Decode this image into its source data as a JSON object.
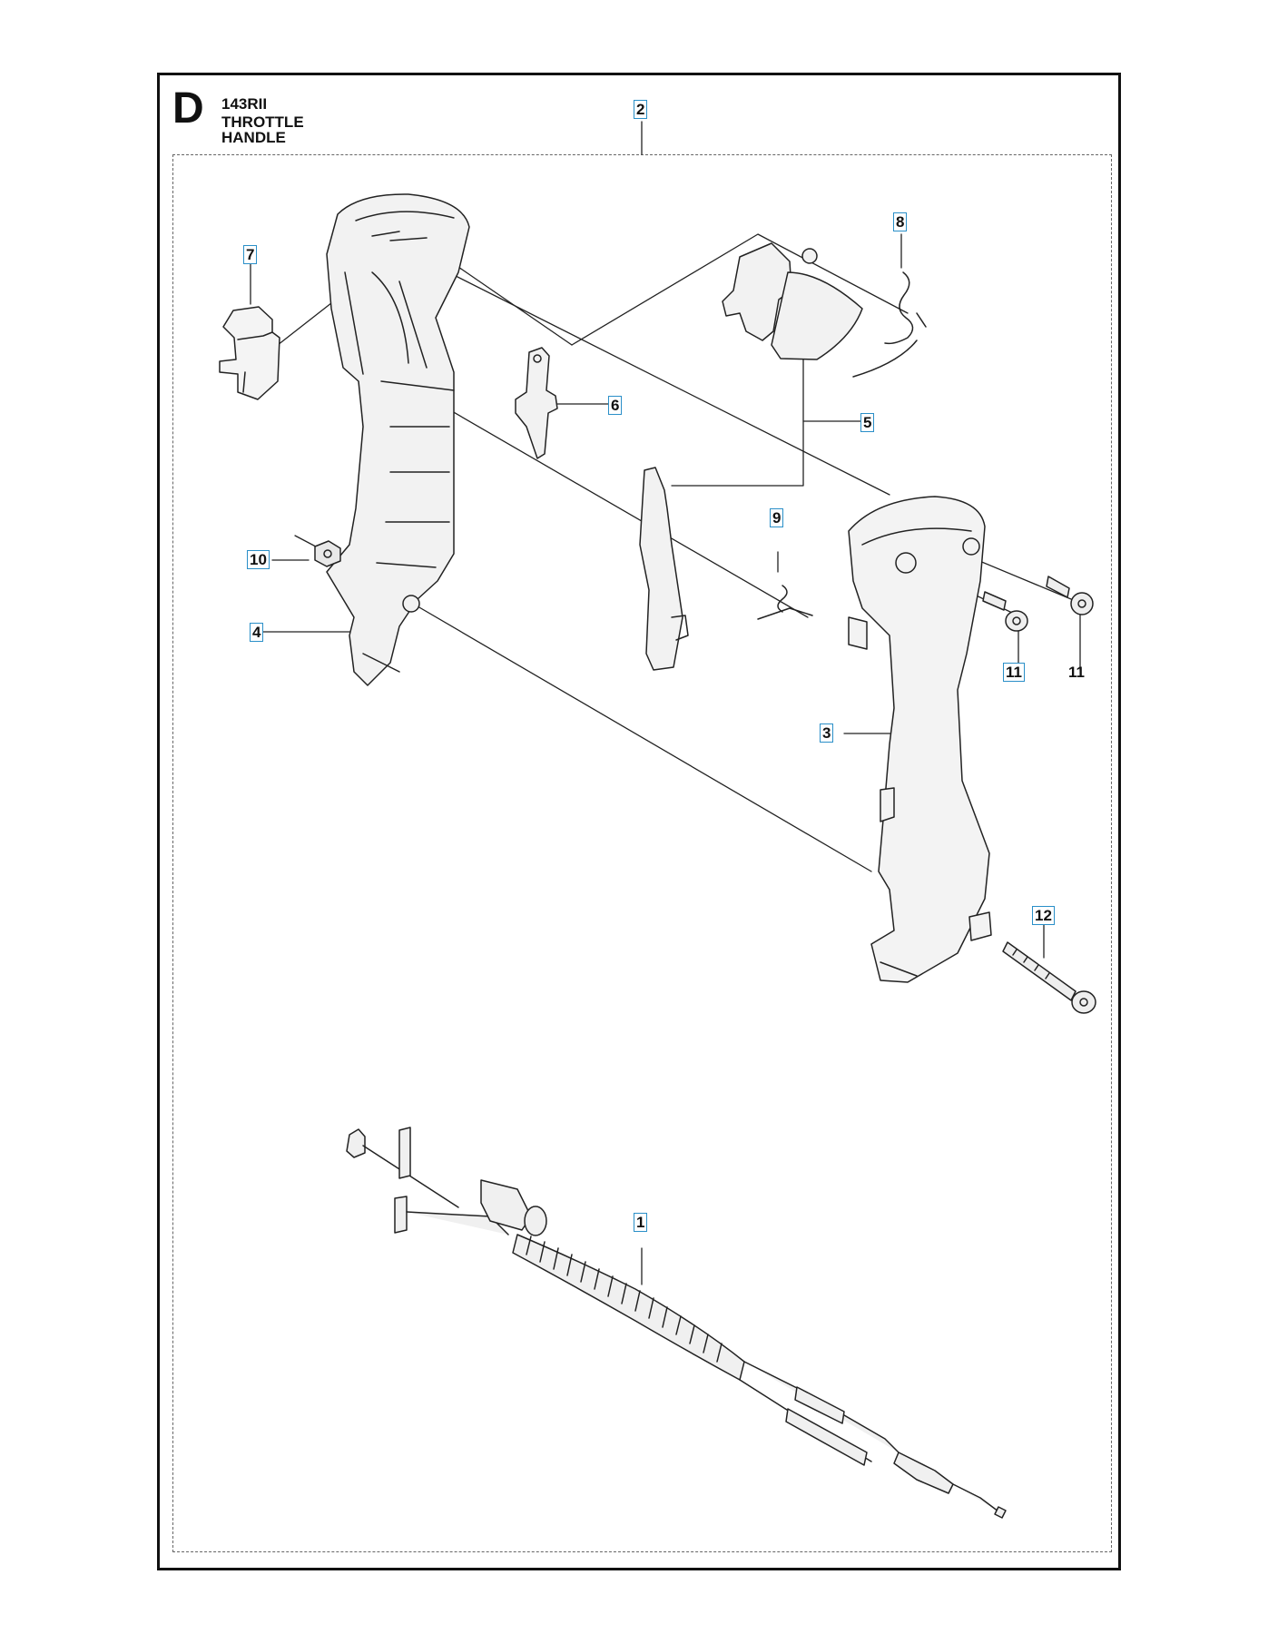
{
  "section": {
    "letter": "D",
    "model": "143RII",
    "title": "THROTTLE HANDLE"
  },
  "callouts": [
    {
      "id": "c1",
      "label": "1",
      "boxed": true
    },
    {
      "id": "c2",
      "label": "2",
      "boxed": true
    },
    {
      "id": "c3",
      "label": "3",
      "boxed": true
    },
    {
      "id": "c4",
      "label": "4",
      "boxed": true
    },
    {
      "id": "c5",
      "label": "5",
      "boxed": true
    },
    {
      "id": "c6",
      "label": "6",
      "boxed": true
    },
    {
      "id": "c7",
      "label": "7",
      "boxed": true
    },
    {
      "id": "c8",
      "label": "8",
      "boxed": true
    },
    {
      "id": "c9",
      "label": "9",
      "boxed": true
    },
    {
      "id": "c10",
      "label": "10",
      "boxed": true
    },
    {
      "id": "c11a",
      "label": "11",
      "boxed": true
    },
    {
      "id": "c11b",
      "label": "11",
      "boxed": false
    },
    {
      "id": "c12",
      "label": "12",
      "boxed": true
    }
  ]
}
